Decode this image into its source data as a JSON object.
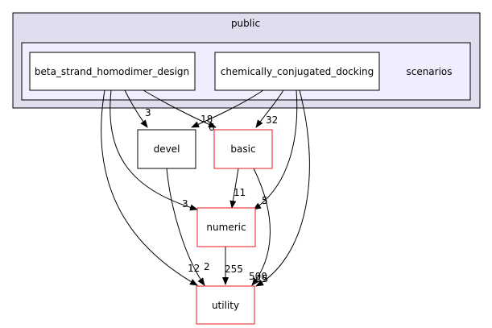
{
  "clusters": {
    "outer": {
      "label": "public"
    },
    "inner": {
      "label": "scenarios"
    }
  },
  "nodes": {
    "beta": {
      "label": "beta_strand_homodimer_design",
      "border": "#000000"
    },
    "chem": {
      "label": "chemically_conjugated_docking",
      "border": "#000000"
    },
    "devel": {
      "label": "devel",
      "border": "#000000"
    },
    "basic": {
      "label": "basic",
      "border": "#e41a1c"
    },
    "numeric": {
      "label": "numeric",
      "border": "#e41a1c"
    },
    "utility": {
      "label": "utility",
      "border": "#e41a1c"
    }
  },
  "edge_labels": {
    "beta_devel": "3",
    "beta_basic": "18",
    "chem_devel": "6",
    "chem_basic": "32",
    "beta_numeric": "3",
    "chem_numeric": "5",
    "basic_numeric": "11",
    "beta_utility": "12",
    "devel_utility": "2",
    "numeric_utility": "255",
    "basic_utility": "500",
    "chem_utility": "15"
  },
  "colors": {
    "outer_fill": "#dedeee",
    "inner_fill": "#eeeeff",
    "edge": "#000000"
  }
}
